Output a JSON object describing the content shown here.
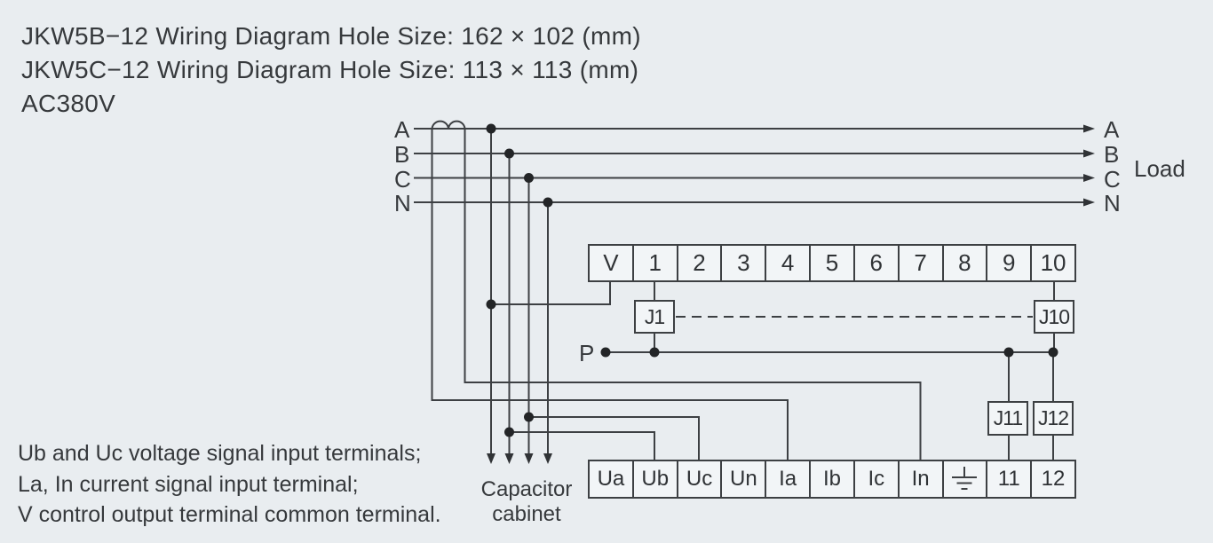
{
  "header": {
    "line1": "JKW5B−12 Wiring Diagram Hole Size: 162 × 102 (mm)",
    "line2": "JKW5C−12 Wiring Diagram Hole Size: 113 × 113 (mm)",
    "line3": "AC380V"
  },
  "phase_lines": {
    "left_labels": [
      "A",
      "B",
      "C",
      "N"
    ],
    "right_labels": [
      "A",
      "B",
      "C",
      "N"
    ],
    "load_label": "Load"
  },
  "relays": {
    "j1": "J1",
    "j10": "J10",
    "j11": "J11",
    "j12": "J12",
    "p_label": "P"
  },
  "top_terminal_block": {
    "cells": [
      "V",
      "1",
      "2",
      "3",
      "4",
      "5",
      "6",
      "7",
      "8",
      "9",
      "10"
    ]
  },
  "bottom_terminal_block": {
    "cells": [
      "Ua",
      "Ub",
      "Uc",
      "Un",
      "Ia",
      "Ib",
      "Ic",
      "In",
      "",
      "11",
      "12"
    ],
    "ground_icon": "earth-ground-icon"
  },
  "notes": {
    "line1": "Ub and Uc voltage signal input terminals;",
    "line2": "La, In current signal input terminal;",
    "line3": "V control output terminal common terminal."
  },
  "capacitor_label": {
    "line1": "Capacitor",
    "line2": "cabinet"
  },
  "colors": {
    "background": "#e9edf0",
    "wire": "#3d4043",
    "text": "#36393c",
    "cell_fill": "#f2f5f7"
  }
}
